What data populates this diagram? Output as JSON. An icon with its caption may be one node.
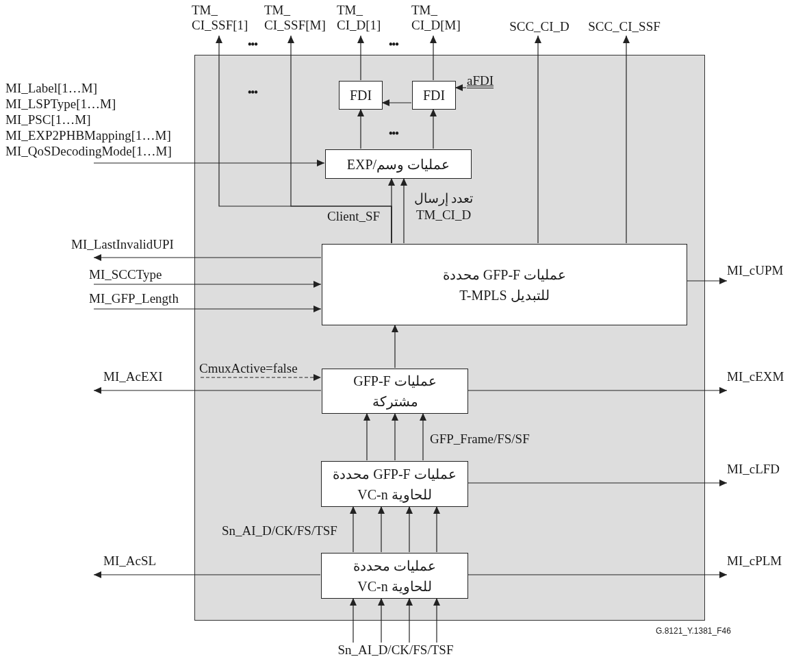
{
  "diagram": {
    "nodes": [
      {
        "text": [],
        "shape": "box"
      },
      {
        "text": [
          "FDI"
        ],
        "in": 0
      },
      {
        "text": [
          "FDI"
        ],
        "in": 0
      },
      {
        "text": [
          "عمليات وسم/EXP"
        ],
        "in": 0
      },
      {
        "text": [
          "عمليات GFP-F محددة للتبديل T-MPLS"
        ],
        "in": 0
      },
      {
        "text": [
          "عمليات GFP-F مشتركة"
        ],
        "in": 0
      },
      {
        "text": [
          "عمليات GFP-F محددة للحاوية VC-n"
        ],
        "in": 0
      },
      {
        "text": [
          "عمليات محددة للحاوية VC-n"
        ],
        "in": 0
      },
      {
        "text": [
          "TM_ CI_SSF[1]"
        ]
      },
      {
        "text": [
          "TM_ CI_SSF[M]"
        ]
      },
      {
        "text": [
          "TM_ CI_D[1]"
        ]
      },
      {
        "text": [
          "TM_ CI_D[M]"
        ]
      },
      {
        "text": [
          "SCC_CI_D"
        ]
      },
      {
        "text": [
          "SCC_CI_SSF"
        ]
      },
      {
        "text": [
          "aFDI"
        ],
        "in": 0
      },
      {
        "text": [
          "MI_Label[1…M]",
          "MI_LSPType[1…M]",
          "MI_PSC[1…M]",
          "MI_EXP2PHBMapping[1…M]",
          "MI_QoSDecodingMode[1…M]"
        ]
      },
      {
        "text": [
          "MI_LastInvalidUPI"
        ]
      },
      {
        "text": [
          "MI_SCCType"
        ]
      },
      {
        "text": [
          "MI_GFP_Length"
        ]
      },
      {
        "text": [
          "MI_AcEXI"
        ]
      },
      {
        "text": [
          "MI_cUPM"
        ]
      },
      {
        "text": [
          "MI_cEXM"
        ]
      },
      {
        "text": [
          "MI_cLFD"
        ]
      },
      {
        "text": [
          "MI_AcSL"
        ]
      },
      {
        "text": [
          "MI_cPLM"
        ]
      },
      {
        "text": [
          "Sn_AI_D/CK/FS/TSF"
        ]
      },
      {
        "text": [
          "CmuxActive=false"
        ],
        "in": 0
      }
    ],
    "edges": [
      {
        "from": 3,
        "to": 1,
        "arrow": "to"
      },
      {
        "from": 3,
        "to": 2,
        "arrow": "to"
      },
      {
        "from": 1,
        "to": 10,
        "arrow": "to"
      },
      {
        "from": 2,
        "to": 11,
        "arrow": "to"
      },
      {
        "from": 2,
        "to": 1,
        "arrow": "to"
      },
      {
        "from": 14,
        "to": 2,
        "arrow": "to"
      },
      {
        "from": 15,
        "to": 3,
        "arrow": "to"
      },
      {
        "from": 4,
        "to": 3,
        "arrow": "to",
        "label": "Client_SF"
      },
      {
        "from": 4,
        "to": 8,
        "arrow": "to"
      },
      {
        "from": 4,
        "to": 9,
        "arrow": "to"
      },
      {
        "from": 4,
        "to": 3,
        "arrow": "to",
        "label": "تعدد إرسال TM_CI_D"
      },
      {
        "from": 4,
        "to": 12,
        "arrow": "to"
      },
      {
        "from": 4,
        "to": 13,
        "arrow": "to"
      },
      {
        "from": 4,
        "to": 16,
        "arrow": "to"
      },
      {
        "from": 17,
        "to": 4,
        "arrow": "to"
      },
      {
        "from": 18,
        "to": 4,
        "arrow": "to"
      },
      {
        "from": 4,
        "to": 20,
        "arrow": "to"
      },
      {
        "from": 5,
        "to": 4,
        "arrow": "to"
      },
      {
        "from": 26,
        "to": 5,
        "arrow": "to",
        "style": "dashed"
      },
      {
        "from": 5,
        "to": 19,
        "arrow": "to"
      },
      {
        "from": 5,
        "to": 21,
        "arrow": "to"
      },
      {
        "from": 6,
        "to": 5,
        "arrow": "to"
      },
      {
        "from": 6,
        "to": 5,
        "arrow": "to"
      },
      {
        "from": 6,
        "to": 5,
        "arrow": "to",
        "label": "GFP_Frame/FS/SF"
      },
      {
        "from": 6,
        "to": 22,
        "arrow": "to"
      },
      {
        "from": 7,
        "to": 6,
        "arrow": "to",
        "label": "Sn_AI_D/CK/FS/TSF"
      },
      {
        "from": 7,
        "to": 6,
        "arrow": "to"
      },
      {
        "from": 7,
        "to": 6,
        "arrow": "to"
      },
      {
        "from": 7,
        "to": 6,
        "arrow": "to"
      },
      {
        "from": 7,
        "to": 23,
        "arrow": "to"
      },
      {
        "from": 7,
        "to": 24,
        "arrow": "to"
      },
      {
        "from": 25,
        "to": 7,
        "arrow": "to"
      },
      {
        "from": 25,
        "to": 7,
        "arrow": "to"
      },
      {
        "from": 25,
        "to": 7,
        "arrow": "to"
      },
      {
        "from": 25,
        "to": 7,
        "arrow": "to"
      }
    ],
    "labels": [
      "•••",
      "•••",
      "•••",
      "•••",
      "G.8121_Y.1381_F46"
    ]
  }
}
